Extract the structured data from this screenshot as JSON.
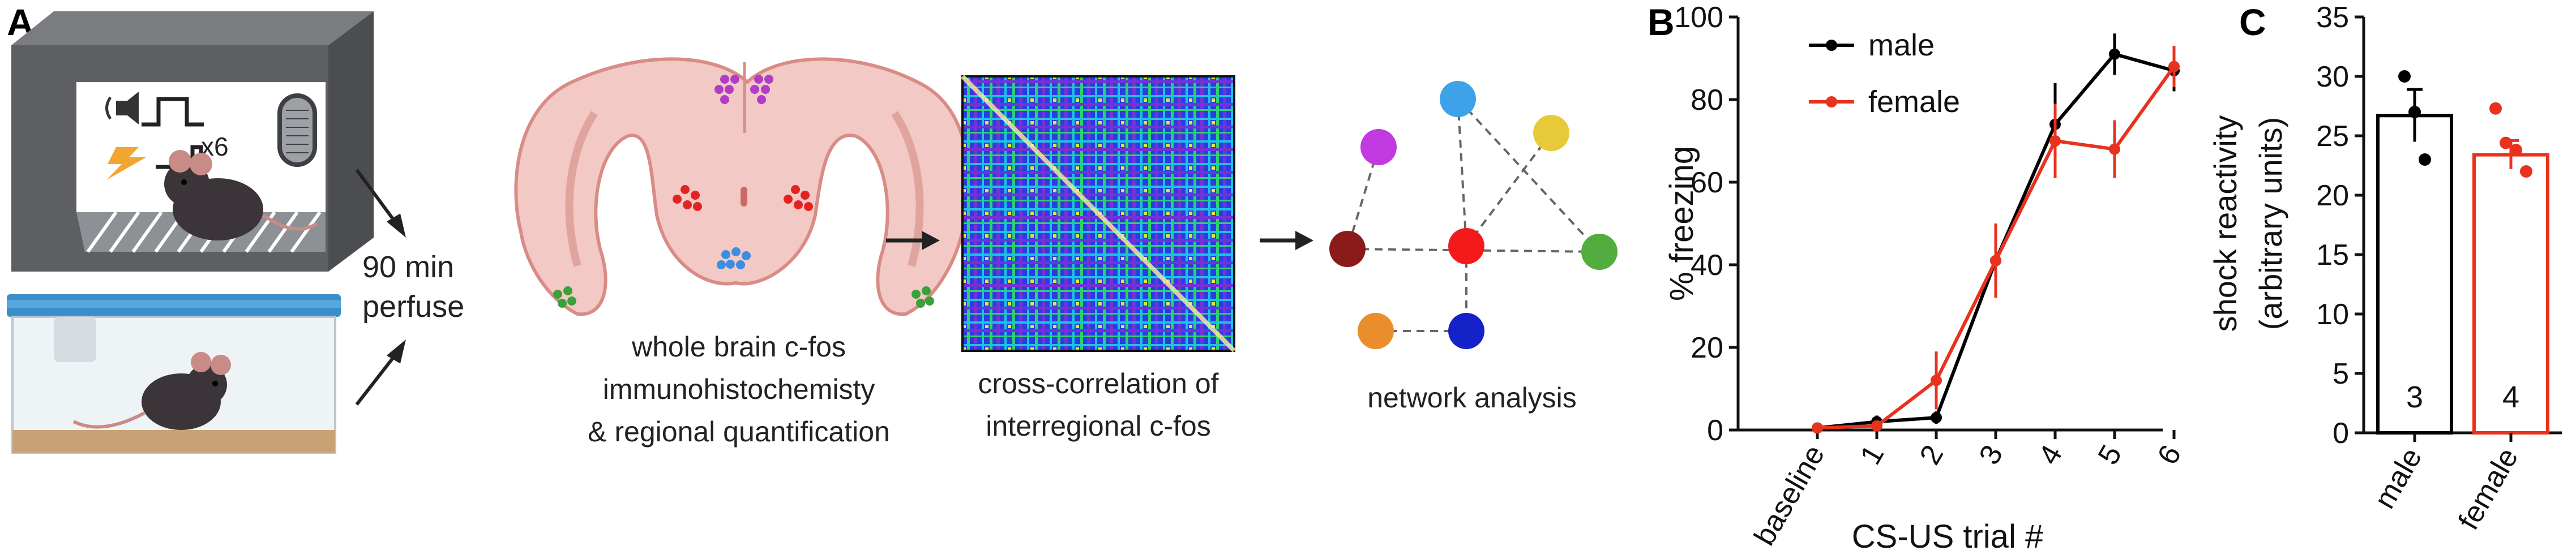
{
  "panels": {
    "a": "A",
    "b": "B",
    "c": "C"
  },
  "schematic": {
    "repeat_label": "x6",
    "arrow_text_line1": "90 min",
    "arrow_text_line2": "perfuse",
    "step1_line1": "whole brain c-fos",
    "step1_line2": "immunohistochemisty",
    "step1_line3": "& regional quantification",
    "step2_line1": "cross-correlation of",
    "step2_line2": "interregional c-fos",
    "step3_line1": "network analysis"
  },
  "colors": {
    "male": "#000000",
    "female": "#e8321e",
    "brain_fill": "#f2c9c4",
    "brain_edge": "#d98c86",
    "cage_dark": "#5a5c60",
    "lid_blue": "#3a8fc8"
  },
  "chart_data": [
    {
      "type": "line",
      "panel": "B",
      "xlabel": "CS-US trial #",
      "ylabel": "% freezing",
      "categories": [
        "baseline",
        "1",
        "2",
        "3",
        "4",
        "5",
        "6"
      ],
      "ylim": [
        0,
        100
      ],
      "yticks": [
        "0",
        "20",
        "40",
        "60",
        "80",
        "100"
      ],
      "legend_position": "top-left",
      "series": [
        {
          "name": "male",
          "color": "#000000",
          "values": [
            0.5,
            2,
            3,
            41,
            74,
            91,
            87
          ],
          "errors": [
            0.3,
            1.5,
            1.5,
            6,
            10,
            5,
            5
          ]
        },
        {
          "name": "female",
          "color": "#e8321e",
          "values": [
            0.5,
            1,
            12,
            41,
            70,
            68,
            88
          ],
          "errors": [
            0.3,
            1,
            7,
            9,
            9,
            7,
            5
          ]
        }
      ]
    },
    {
      "type": "bar",
      "panel": "C",
      "xlabel": "",
      "ylabel_line1": "shock reactivity",
      "ylabel_line2": "(arbitrary units)",
      "categories": [
        "male",
        "female"
      ],
      "ylim": [
        0,
        35
      ],
      "yticks": [
        "0",
        "5",
        "10",
        "15",
        "20",
        "25",
        "30",
        "35"
      ],
      "values": [
        26.7,
        23.4
      ],
      "errors": [
        2.2,
        1.2
      ],
      "n_labels": [
        "3",
        "4"
      ],
      "colors": [
        "#000000",
        "#e8321e"
      ],
      "points": [
        [
          30,
          27,
          23
        ],
        [
          27.3,
          24.4,
          23.8,
          22
        ]
      ]
    }
  ]
}
